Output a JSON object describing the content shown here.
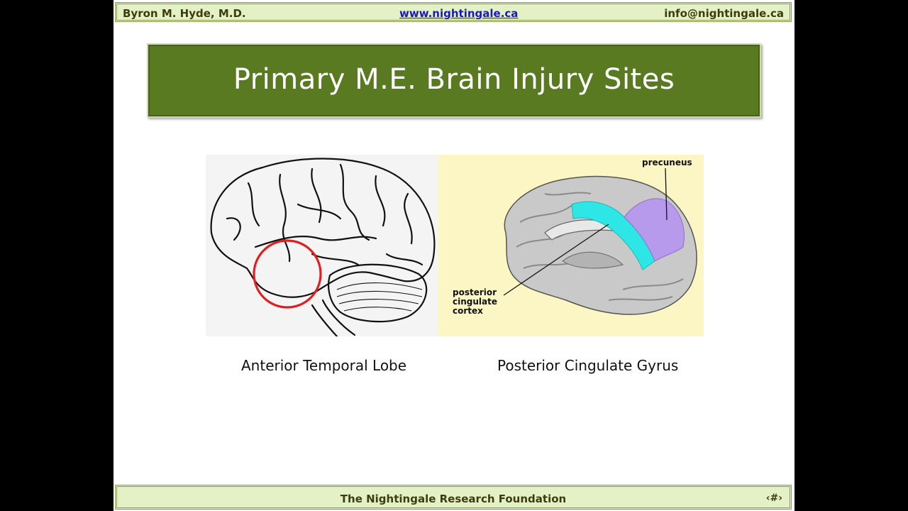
{
  "header": {
    "author": "Byron M. Hyde, M.D.",
    "url": "www.nightingale.ca",
    "email": "info@nightingale.ca"
  },
  "title": "Primary M.E. Brain Injury Sites",
  "figures": {
    "left": {
      "caption": "Anterior Temporal Lobe"
    },
    "right": {
      "caption": "Posterior Cingulate Gyrus",
      "label_precuneus": "precuneus",
      "label_pcc_line1": "posterior",
      "label_pcc_line2": "cingulate",
      "label_pcc_line3": "cortex"
    }
  },
  "footer": {
    "organization": "The Nightingale Research Foundation",
    "page": "‹#›"
  },
  "colors": {
    "title_bg": "#5a7a22",
    "bar_bg": "#e4f1c6",
    "highlight_circle": "#e02020",
    "cingulate": "#2ee6e6",
    "precuneus": "#b89aec"
  }
}
